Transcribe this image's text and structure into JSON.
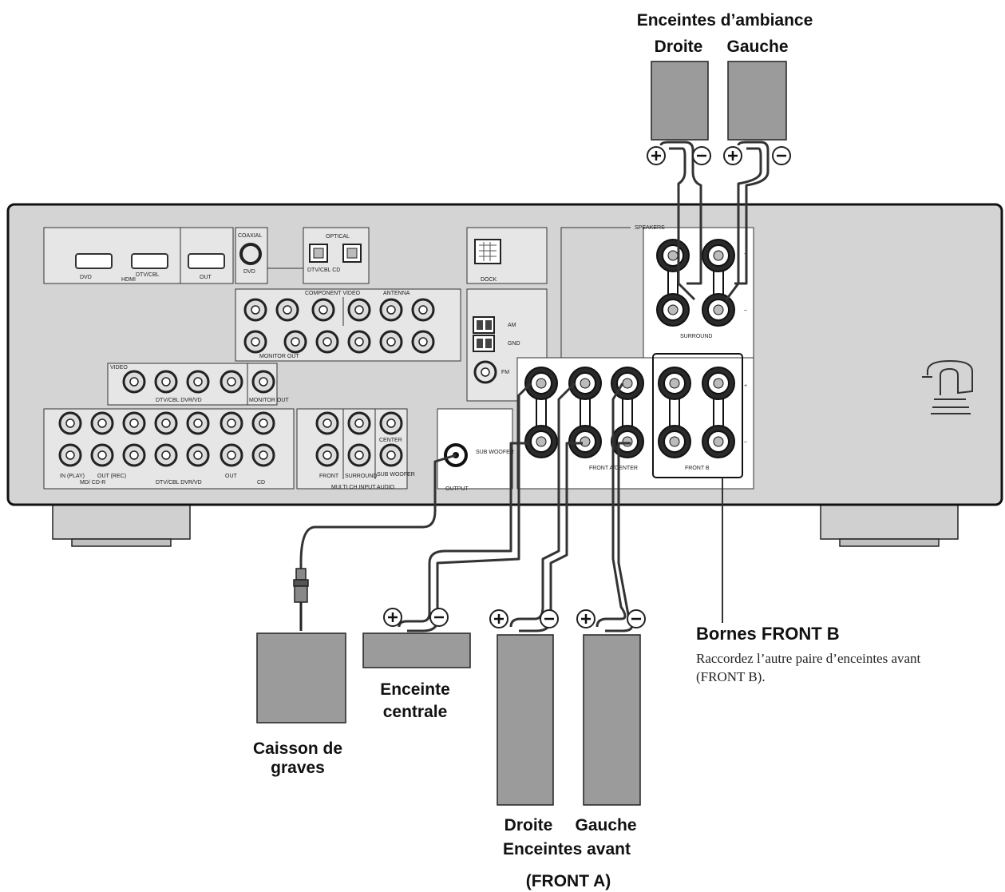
{
  "labels": {
    "surround_title": "Enceintes d’ambiance",
    "surround_right": "Droite",
    "surround_left": "Gauche",
    "front_b_title": "Bornes FRONT B",
    "front_b_desc_1": "Raccordez l’autre paire d’enceintes avant",
    "front_b_desc_2": "(FRONT B).",
    "center_1": "Enceinte",
    "center_2": "centrale",
    "sub_1": "Caisson de",
    "sub_2": "graves",
    "front_a_right": "Droite",
    "front_a_left": "Gauche",
    "front_a_title": "Enceintes avant",
    "front_a_tag": "(FRONT A)"
  },
  "panel": {
    "speakers": "SPEAKERS",
    "surround": "SURROUND",
    "front_a": "FRONT A/CENTER",
    "front_b": "FRONT B",
    "output": "OUTPUT",
    "subwoofer": "SUB WOOFER",
    "hdmi": "HDMI",
    "hdmi_in1": "DVD",
    "hdmi_in2": "DTV/CBL",
    "hdmi_out": "OUT",
    "coaxial": "COAXIAL",
    "optical": "OPTICAL",
    "dvd": "DVD",
    "dtv_cd": "DTV/CBL CD",
    "dock": "DOCK",
    "component": "COMPONENT VIDEO",
    "antenna": "ANTENNA",
    "am": "AM",
    "gnd": "GND",
    "fm": "FM",
    "video": "VIDEO",
    "video_group": "DTV/CBL DVR/VD",
    "monitor_out": "MONITOR OUT",
    "audio_in": "IN (PLAY)",
    "md_cdr": "MD/ CD-R",
    "out_rec": "OUT (REC)",
    "dtv_dvr": "DTV/CBL DVR/VD",
    "out": "OUT",
    "cd": "CD",
    "multi_ch": "MULTI CH INPUT AUDIO",
    "front": "FRONT",
    "surround_small": "SURROUND",
    "center_small": "CENTER",
    "sub_small": "SUB WOOFER",
    "plus": "+",
    "minus": "–"
  },
  "colors": {
    "body": "#d4d4d4",
    "panel": "#e6e6e6",
    "speaker": "#9b9b9b",
    "cable": "#333333"
  }
}
